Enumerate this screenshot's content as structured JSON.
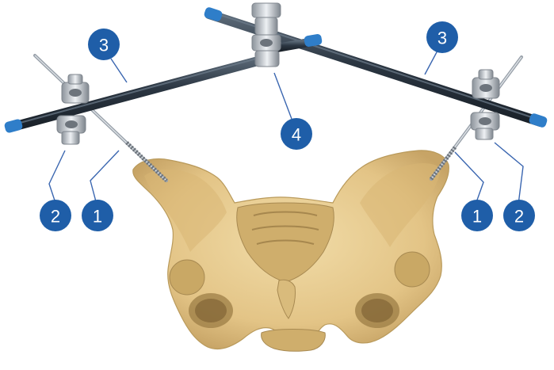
{
  "colors": {
    "background": "#ffffff",
    "bone_fill": "#e9cf94",
    "bone_shadow": "#b99a5b",
    "bone_dark": "#8a6d3b",
    "rod": "#2b3642",
    "rod_highlight": "#5c6a78",
    "rod_cap": "#2f7ec9",
    "clamp_metal": "#c9ced4",
    "clamp_dark": "#7f868e",
    "pin": "#9aa2ab",
    "leader_line": "#3a66b0",
    "callout_fill": "#1f5ea8",
    "callout_text": "#ffffff"
  },
  "callouts": [
    {
      "id": "left-pin",
      "label": "1"
    },
    {
      "id": "left-clamp",
      "label": "2"
    },
    {
      "id": "left-rod",
      "label": "3"
    },
    {
      "id": "central-clamp",
      "label": "4"
    },
    {
      "id": "right-rod",
      "label": "3"
    },
    {
      "id": "right-pin",
      "label": "1"
    },
    {
      "id": "right-clamp",
      "label": "2"
    }
  ],
  "icons": [
    "pelvis-bone-icon",
    "fixator-rod-icon",
    "rod-clamp-icon",
    "bone-pin-icon"
  ]
}
